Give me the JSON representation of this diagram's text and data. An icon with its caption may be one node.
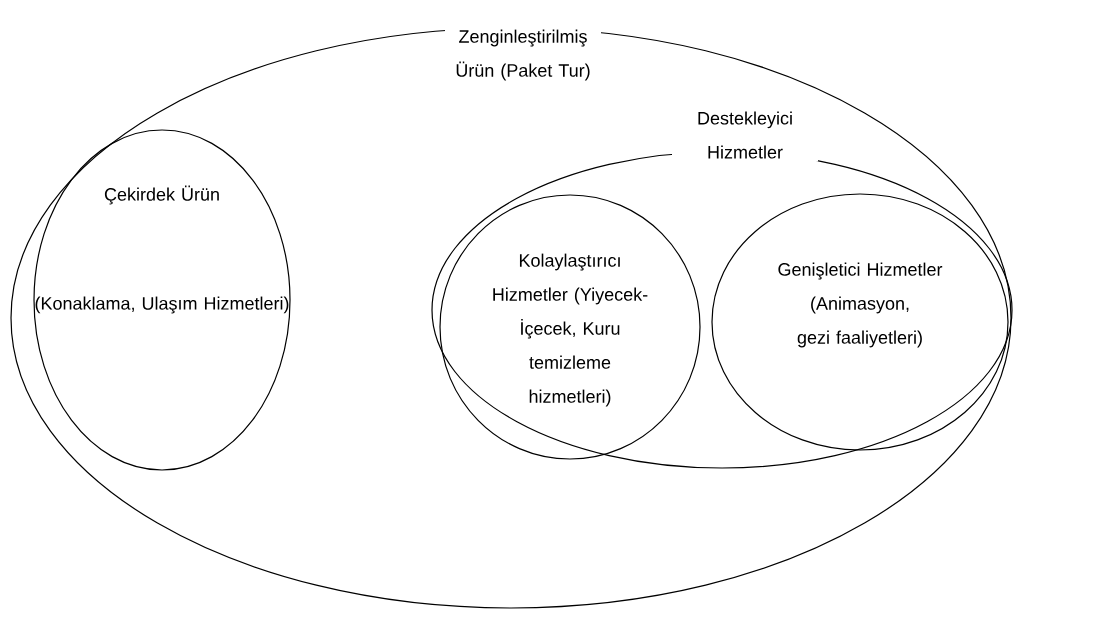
{
  "diagram": {
    "nodes": [
      {
        "text": [
          "Zenginleştirilmiş Ürün (Paket Tur)"
        ]
      },
      {
        "text": [
          "Çekirdek Ürün",
          "(Konaklama, Ulaşım Hizmetleri)"
        ],
        "in": 0
      },
      {
        "text": [
          "Destekleyici Hizmetler"
        ],
        "in": 0
      },
      {
        "text": [
          "Kolaylaştırıcı Hizmetler (Yiyecek-İçecek, Kuru temizleme hizmetleri)"
        ],
        "in": 2
      },
      {
        "text": [
          "Genişletici Hizmetler (Animasyon, gezi faaliyetleri)"
        ],
        "in": 2
      }
    ]
  }
}
